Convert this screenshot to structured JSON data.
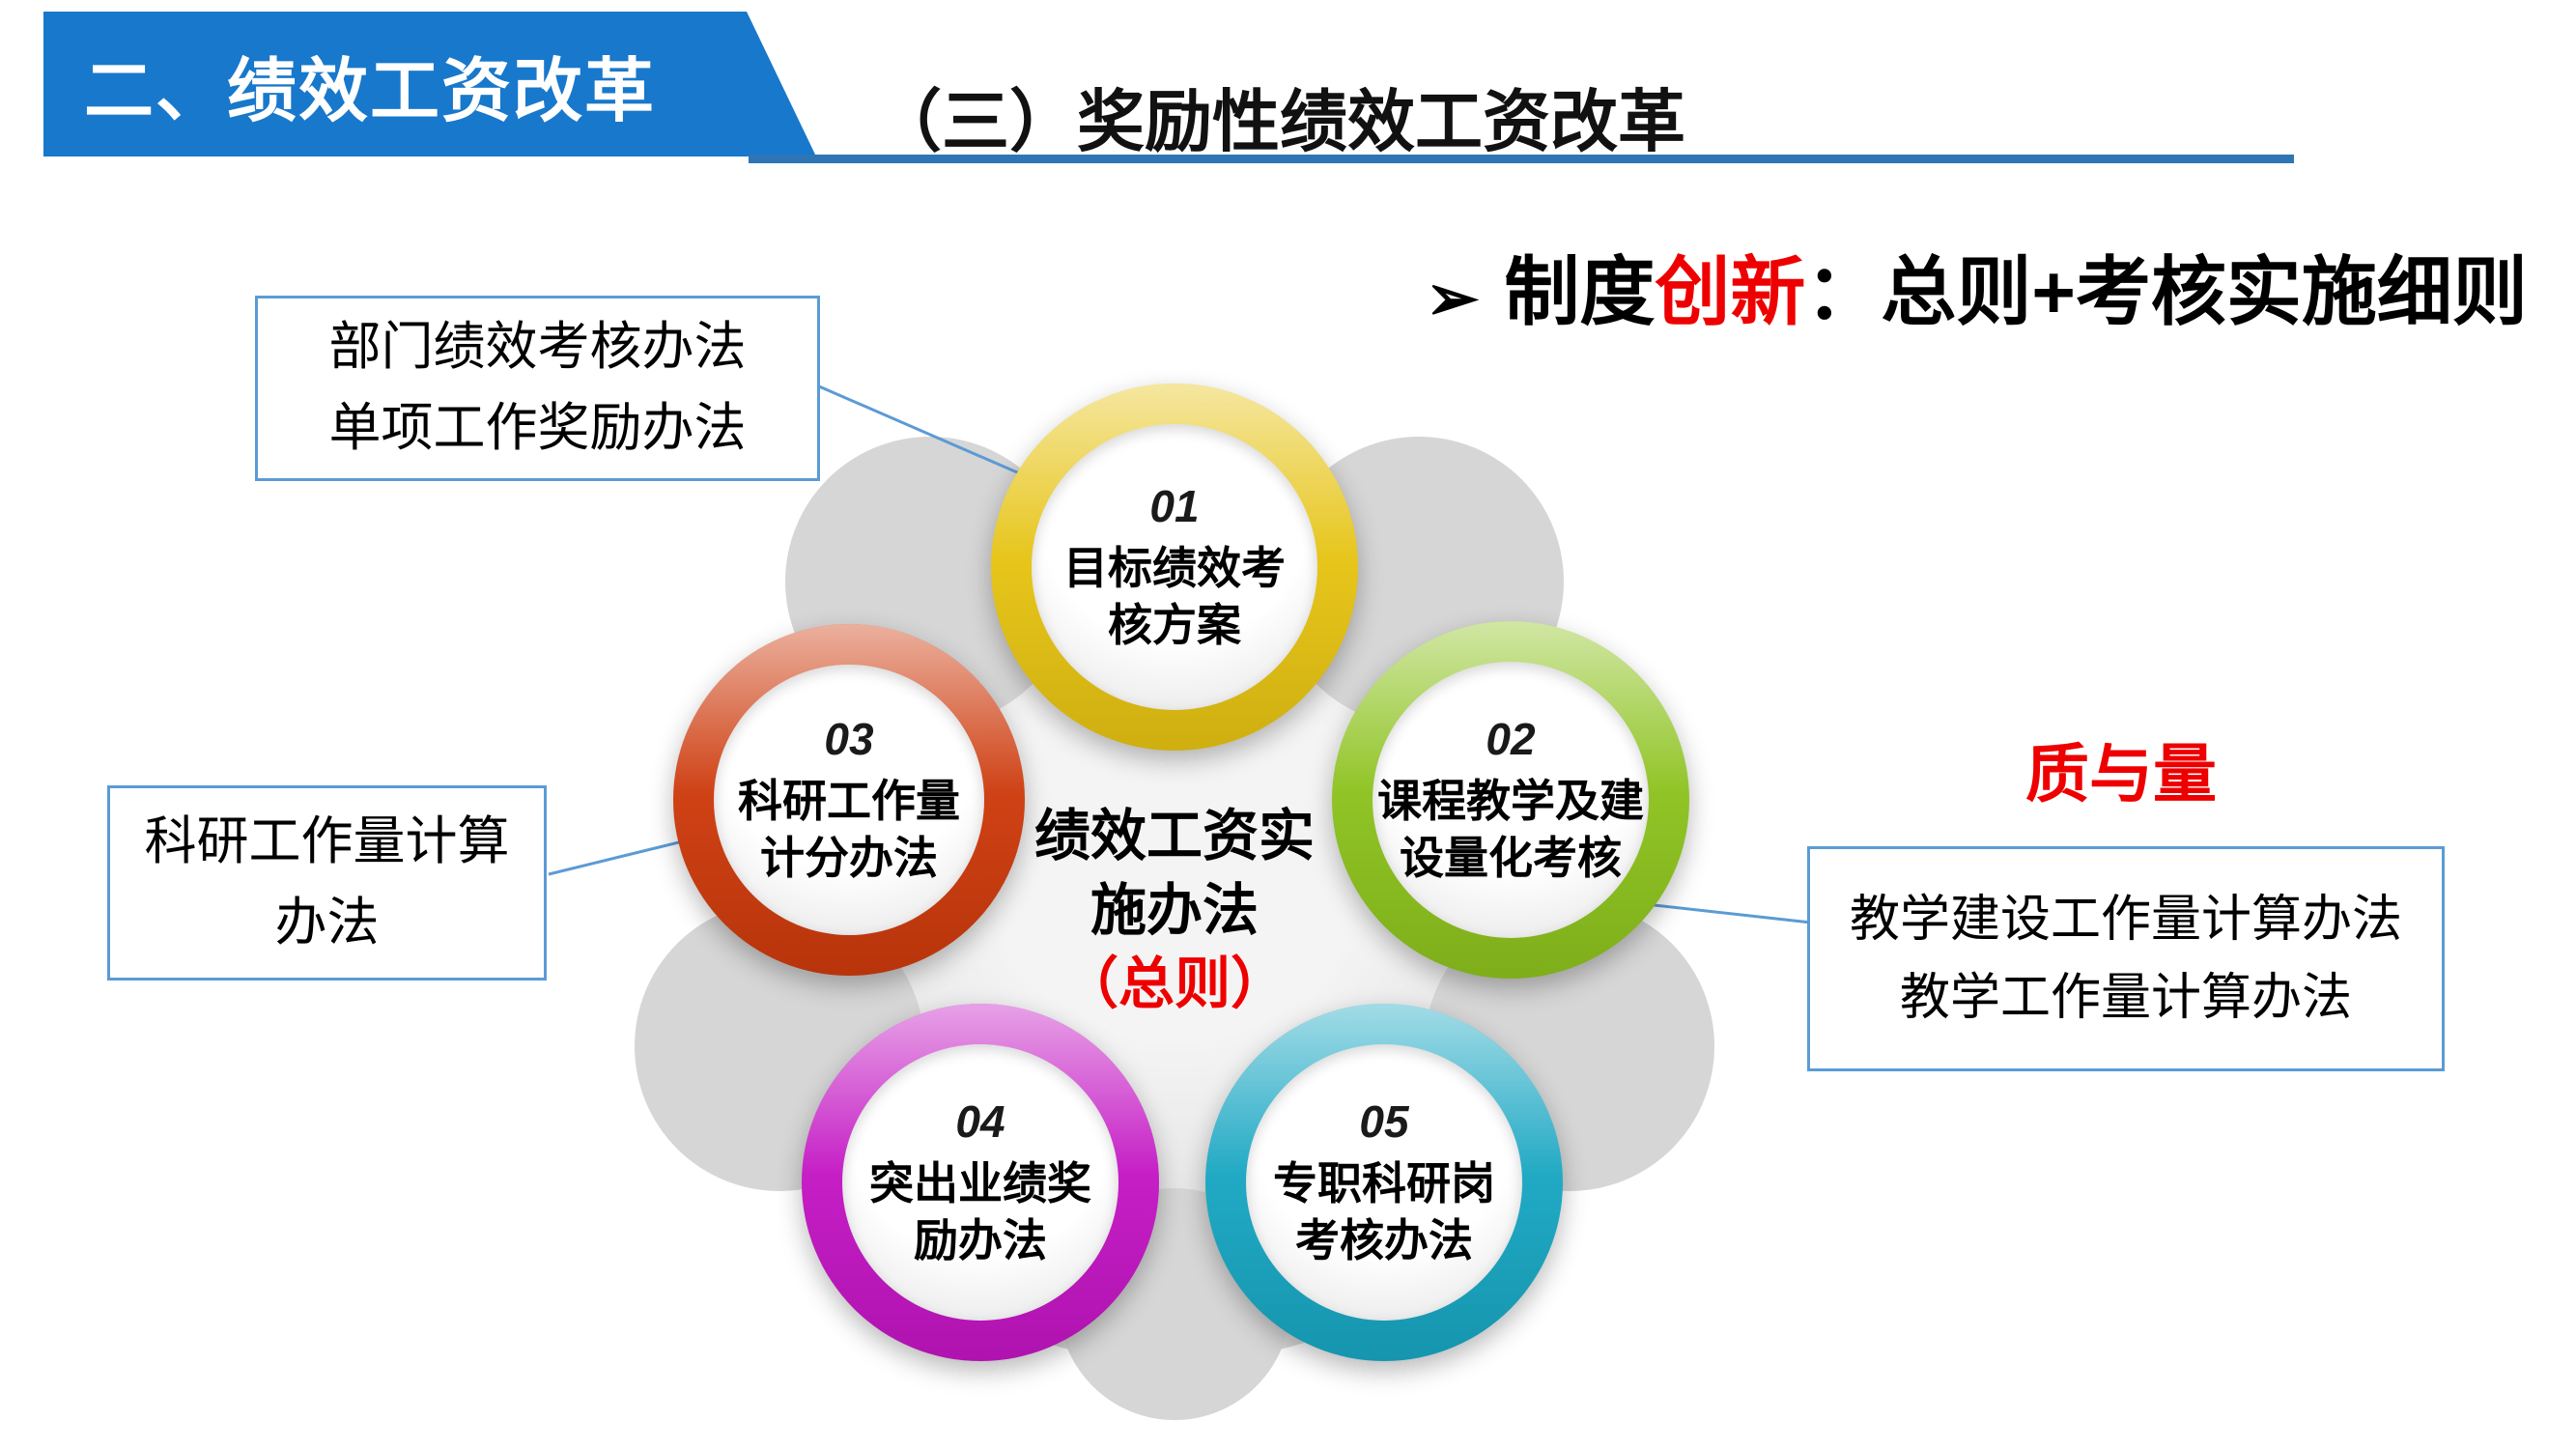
{
  "header": {
    "banner": "二、绩效工资改革",
    "title": "（三）奖励性绩效工资改革"
  },
  "key_point": {
    "bullet": "➢",
    "prefix": "制度",
    "highlight": "创新",
    "suffix": "：总则+考核实施细则"
  },
  "callouts": {
    "dept": "部门绩效考核办法\n单项工作奖励办法",
    "research": "科研工作量计算\n办法",
    "teaching": "教学建设工作量计算办法\n教学工作量计算办法",
    "quality_label": "质与量"
  },
  "diagram": {
    "center_main": "绩效工资实\n施办法",
    "center_sub": "（总则）",
    "nodes": [
      {
        "num": "01",
        "label": "目标绩效考\n核方案",
        "color": "#e6c312"
      },
      {
        "num": "02",
        "label": "课程教学及建\n设量化考核",
        "color": "#8cc21d"
      },
      {
        "num": "03",
        "label": "科研工作量\n计分办法",
        "color": "#cd3a0c"
      },
      {
        "num": "04",
        "label": "突出业绩奖\n励办法",
        "color": "#c315c3"
      },
      {
        "num": "05",
        "label": "专职科研岗\n考核办法",
        "color": "#18a6c2"
      }
    ]
  },
  "colors": {
    "banner_bg": "#1878cb",
    "underline": "#2e75b6",
    "accent_red": "#ee0000",
    "connector": "#5b9bd5",
    "box_border": "#5b9bd5"
  }
}
